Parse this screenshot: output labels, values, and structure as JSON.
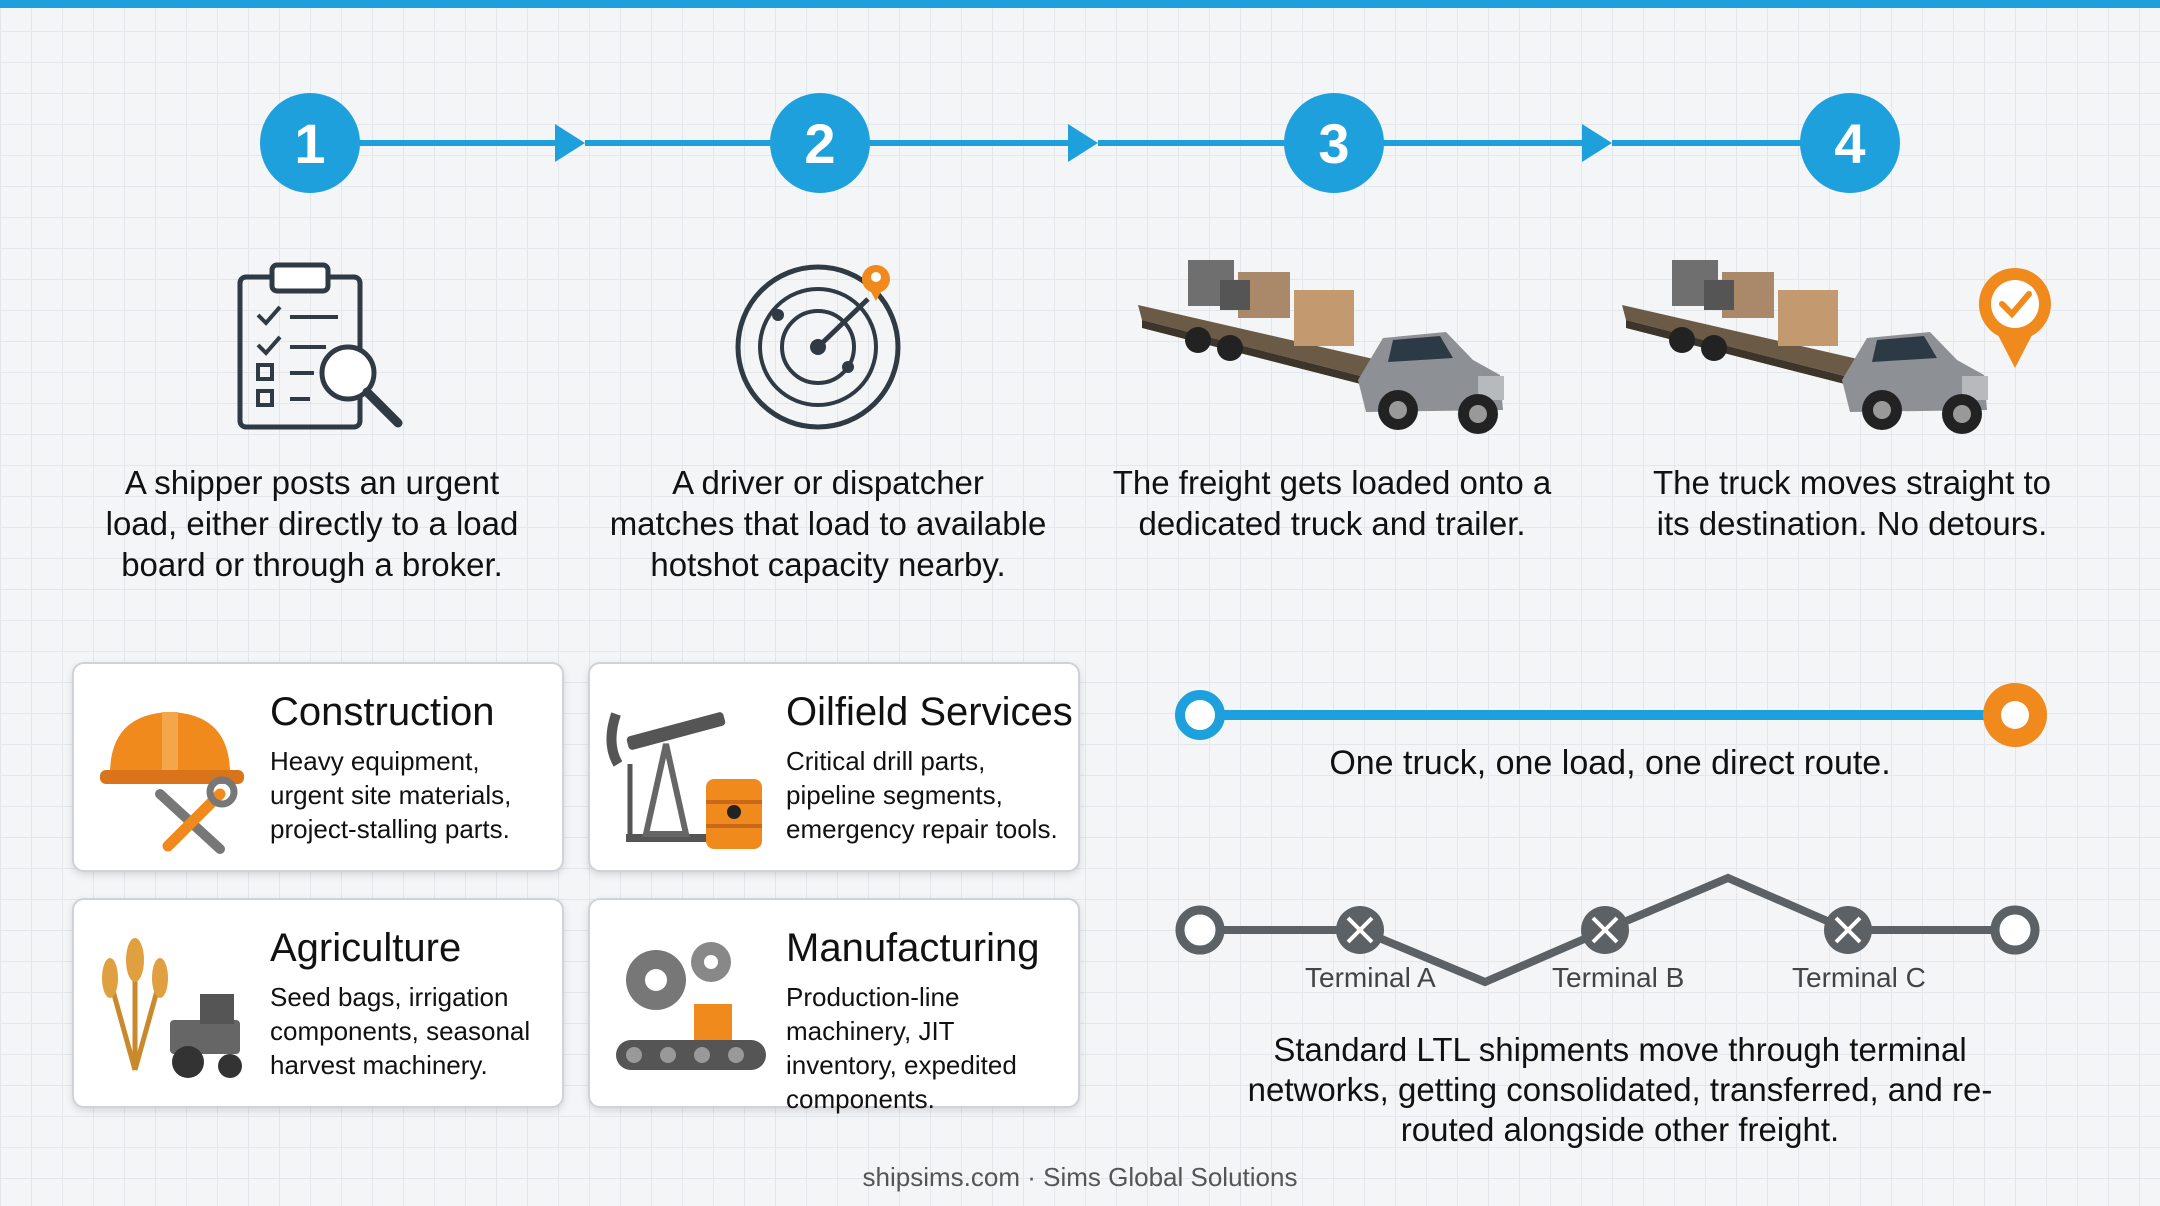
{
  "steps": [
    {
      "number": "1",
      "text": "A shipper posts an urgent load, either directly to a load board or through a broker.",
      "icon": "clipboard-search-icon"
    },
    {
      "number": "2",
      "text": "A driver or dispatcher matches that load to available hotshot capacity nearby.",
      "icon": "radar-icon"
    },
    {
      "number": "3",
      "text": "The freight gets loaded onto a dedicated truck and trailer.",
      "icon": "pickup-truck-trailer-icon"
    },
    {
      "number": "4",
      "text": "The truck moves straight to its destination. No detours.",
      "icon": "truck-destination-pin-icon"
    }
  ],
  "industries": [
    {
      "title": "Construction",
      "description": "Heavy equipment, urgent site materials, project-stalling parts.",
      "icon": "hardhat-tools-icon"
    },
    {
      "title": "Oilfield Services",
      "description": "Critical drill parts, pipeline segments, emergency repair tools.",
      "icon": "pumpjack-barrel-icon"
    },
    {
      "title": "Agriculture",
      "description": "Seed bags, irrigation components, seasonal harvest machinery.",
      "icon": "wheat-tractor-icon"
    },
    {
      "title": "Manufacturing",
      "description": "Production-line machinery, JIT inventory, expedited components.",
      "icon": "gears-conveyor-icon"
    }
  ],
  "direct_route": {
    "caption": "One truck, one load, one direct route."
  },
  "ltl_route": {
    "terminals": [
      "Terminal A",
      "Terminal B",
      "Terminal C"
    ],
    "caption": "Standard LTL shipments move through terminal networks, getting consolidated, transferred, and re-routed alongside other freight."
  },
  "footer": "shipsims.com · Sims Global Solutions",
  "colors": {
    "accent_blue": "#1ea0dd",
    "accent_orange": "#f08a1d",
    "route_gray": "#5c6166"
  }
}
